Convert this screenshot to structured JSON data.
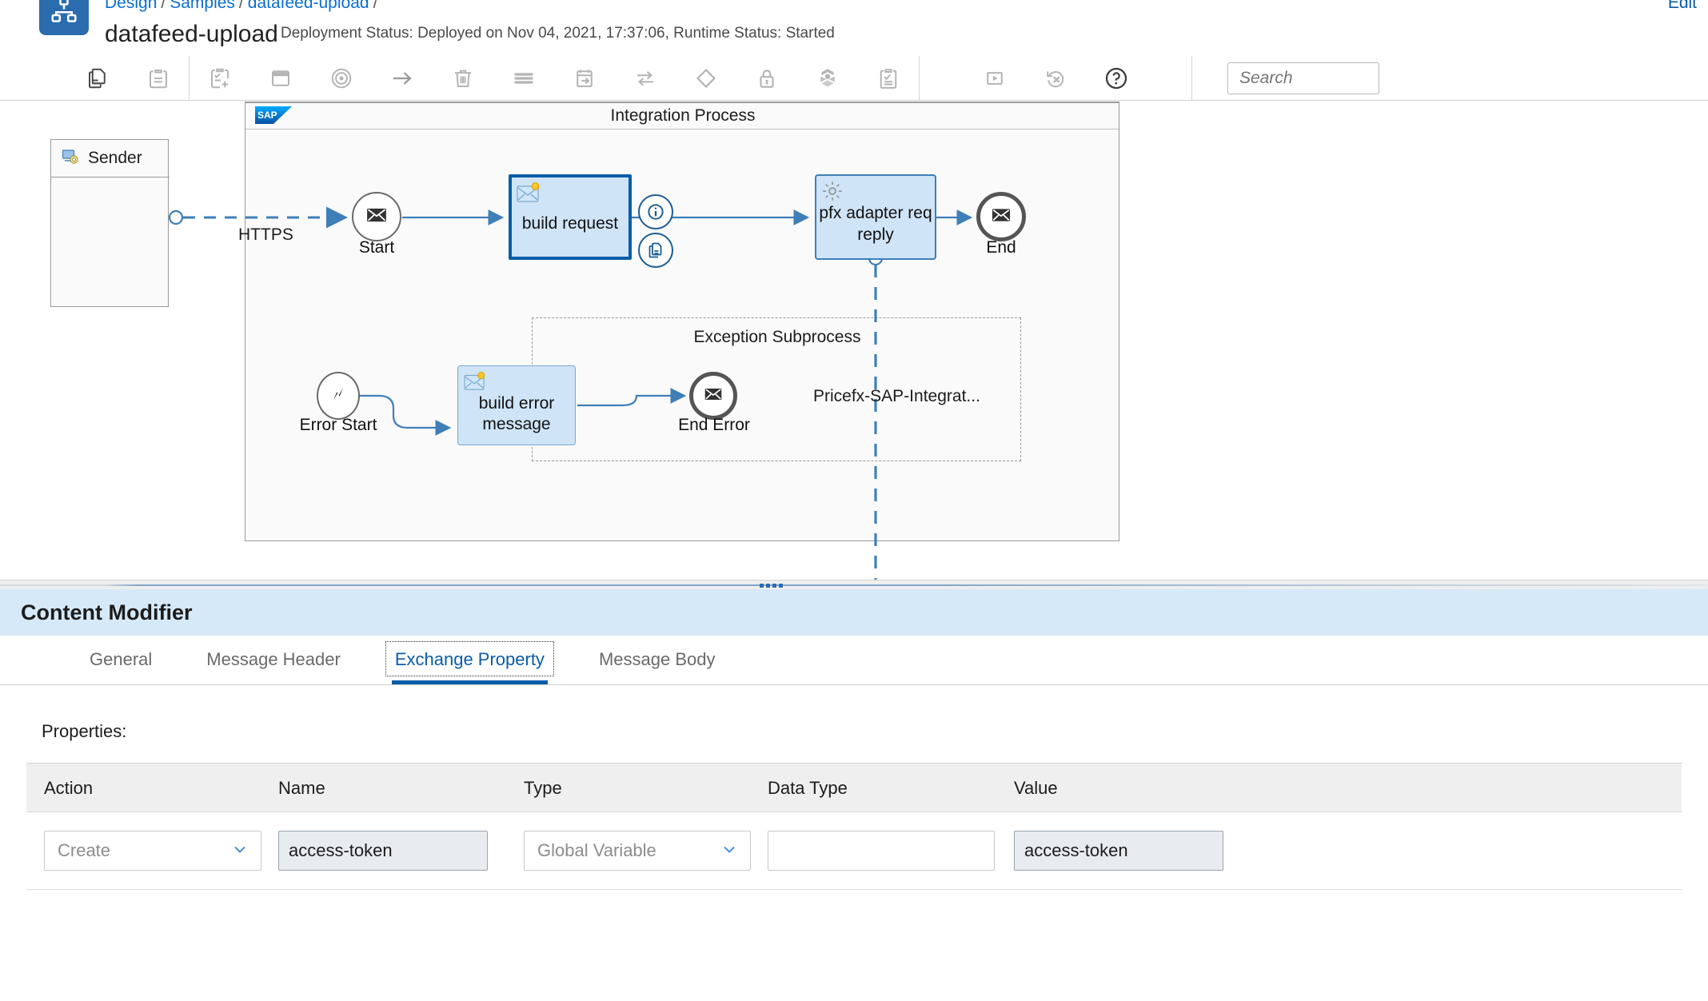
{
  "header": {
    "logo_icon": "org-chart-icon",
    "breadcrumb": [
      "Design",
      "Samples",
      "datafeed-upload"
    ],
    "title": "datafeed-upload",
    "status": "Deployment Status: Deployed on Nov 04, 2021, 17:37:06, Runtime Status: Started",
    "edit_label": "Edit"
  },
  "toolbar": {
    "groups": [
      {
        "buttons": [
          {
            "name": "copy-icon",
            "label": "Copy"
          },
          {
            "name": "paste-icon",
            "label": "Paste"
          }
        ]
      },
      {
        "buttons": [
          {
            "name": "add-task-icon",
            "label": "Add Task"
          },
          {
            "name": "subprocess-icon",
            "label": "Subprocess"
          },
          {
            "name": "event-icon",
            "label": "Events"
          },
          {
            "name": "arrow-right-icon",
            "label": "Sequence Flow"
          },
          {
            "name": "trash-icon",
            "label": "Delete"
          },
          {
            "name": "menu-lines-icon",
            "label": "Layout"
          },
          {
            "name": "calendar-arrow-icon",
            "label": "Scheduler"
          },
          {
            "name": "exchange-arrows-icon",
            "label": "Request Reply"
          },
          {
            "name": "diamond-icon",
            "label": "Gateway"
          },
          {
            "name": "lock-icon",
            "label": "Security"
          },
          {
            "name": "cube-icon",
            "label": "Integration Adapter"
          },
          {
            "name": "clipboard-check-icon",
            "label": "Validate"
          }
        ]
      },
      {
        "buttons": [
          {
            "name": "play-icon",
            "label": "Simulate"
          },
          {
            "name": "undo-x-icon",
            "label": "Reset Simulation"
          },
          {
            "name": "help-circle-icon",
            "label": "Help"
          }
        ]
      }
    ],
    "search_placeholder": "Search"
  },
  "canvas": {
    "sender_pool": {
      "label": "Sender",
      "icon": "sender-participant-icon"
    },
    "integration_process": {
      "label": "Integration Process",
      "logo": "sap-logo"
    },
    "nodes": {
      "start": {
        "label": "Start",
        "icon": "message-start-event-icon"
      },
      "build_request": {
        "label": "build request",
        "icon": "content-modifier-icon"
      },
      "pfx_adapter": {
        "label": "pfx adapter req reply",
        "icon": "gear-icon"
      },
      "end": {
        "label": "End",
        "icon": "message-end-event-icon"
      },
      "error_start": {
        "label": "Error Start",
        "icon": "error-start-event-icon"
      },
      "build_error_message": {
        "label": "build error message",
        "icon": "content-modifier-icon"
      },
      "end_error": {
        "label": "End Error",
        "icon": "message-end-event-icon"
      }
    },
    "badges": [
      {
        "name": "info-badge-icon",
        "label": "i"
      },
      {
        "name": "copy-badge-icon",
        "label": "Copy"
      }
    ],
    "edge_labels": {
      "https": "HTTPS",
      "receiver": "Pricefx-SAP-Integrat..."
    },
    "exception_subprocess_title": "Exception Subprocess"
  },
  "content_modifier": {
    "title": "Content Modifier",
    "tabs": [
      {
        "label": "General",
        "active": false
      },
      {
        "label": "Message Header",
        "active": false
      },
      {
        "label": "Exchange Property",
        "active": true
      },
      {
        "label": "Message Body",
        "active": false
      }
    ],
    "properties_label": "Properties:",
    "columns": [
      "Action",
      "Name",
      "Type",
      "Data Type",
      "Value"
    ],
    "rows": [
      {
        "action": "Create",
        "name": "access-token",
        "type": "Global Variable",
        "data_type": "",
        "value": "access-token"
      }
    ],
    "name_placeholder": "",
    "data_type_placeholder": "",
    "value_placeholder": ""
  },
  "colors": {
    "brand_blue": "#0a6ed1",
    "accent_dark_blue": "#1a5c94",
    "task_fill": "#cfe4f7",
    "panel_header": "#d6e9f8"
  }
}
